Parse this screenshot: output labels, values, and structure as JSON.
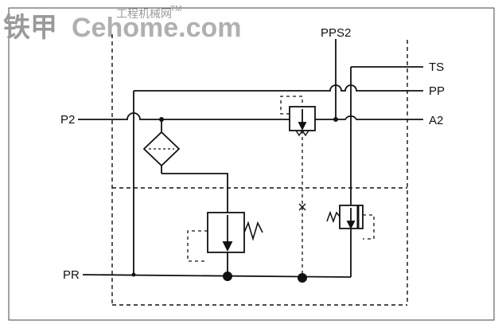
{
  "watermark": {
    "brand_cn": "铁甲",
    "brand_en": "Cehome.com",
    "tagline": "工程机械网",
    "tm": "TM",
    "color": "#9a9a9a"
  },
  "ports": {
    "p2": "P2",
    "pps2": "PPS2",
    "ts": "TS",
    "pp": "PP",
    "a2": "A2",
    "pr": "PR"
  },
  "colors": {
    "line": "#111111",
    "background": "#ffffff",
    "border": "#444444"
  }
}
